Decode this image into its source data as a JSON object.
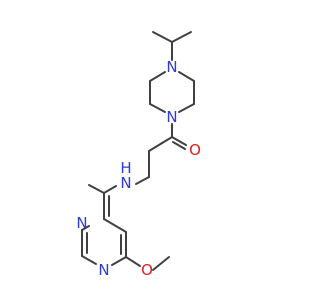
{
  "molecule": {
    "atoms": [
      {
        "id": "N_piperazine_top",
        "symbol": "N",
        "color": "#2f3bd6"
      },
      {
        "id": "N_piperazine_bottom",
        "symbol": "N",
        "color": "#2f3bd6"
      },
      {
        "id": "O_carbonyl",
        "symbol": "O",
        "color": "#e02020"
      },
      {
        "id": "N_amine",
        "symbol": "N",
        "color": "#2f3bd6"
      },
      {
        "id": "H_amine",
        "symbol": "H",
        "color": "#2f3bd6"
      },
      {
        "id": "N_ring_upper",
        "symbol": "N",
        "color": "#2f3bd6"
      },
      {
        "id": "N_ring_lower",
        "symbol": "N",
        "color": "#2f3bd6"
      },
      {
        "id": "O_methoxy",
        "symbol": "O",
        "color": "#e02020"
      }
    ],
    "bond_color": "#404040"
  }
}
